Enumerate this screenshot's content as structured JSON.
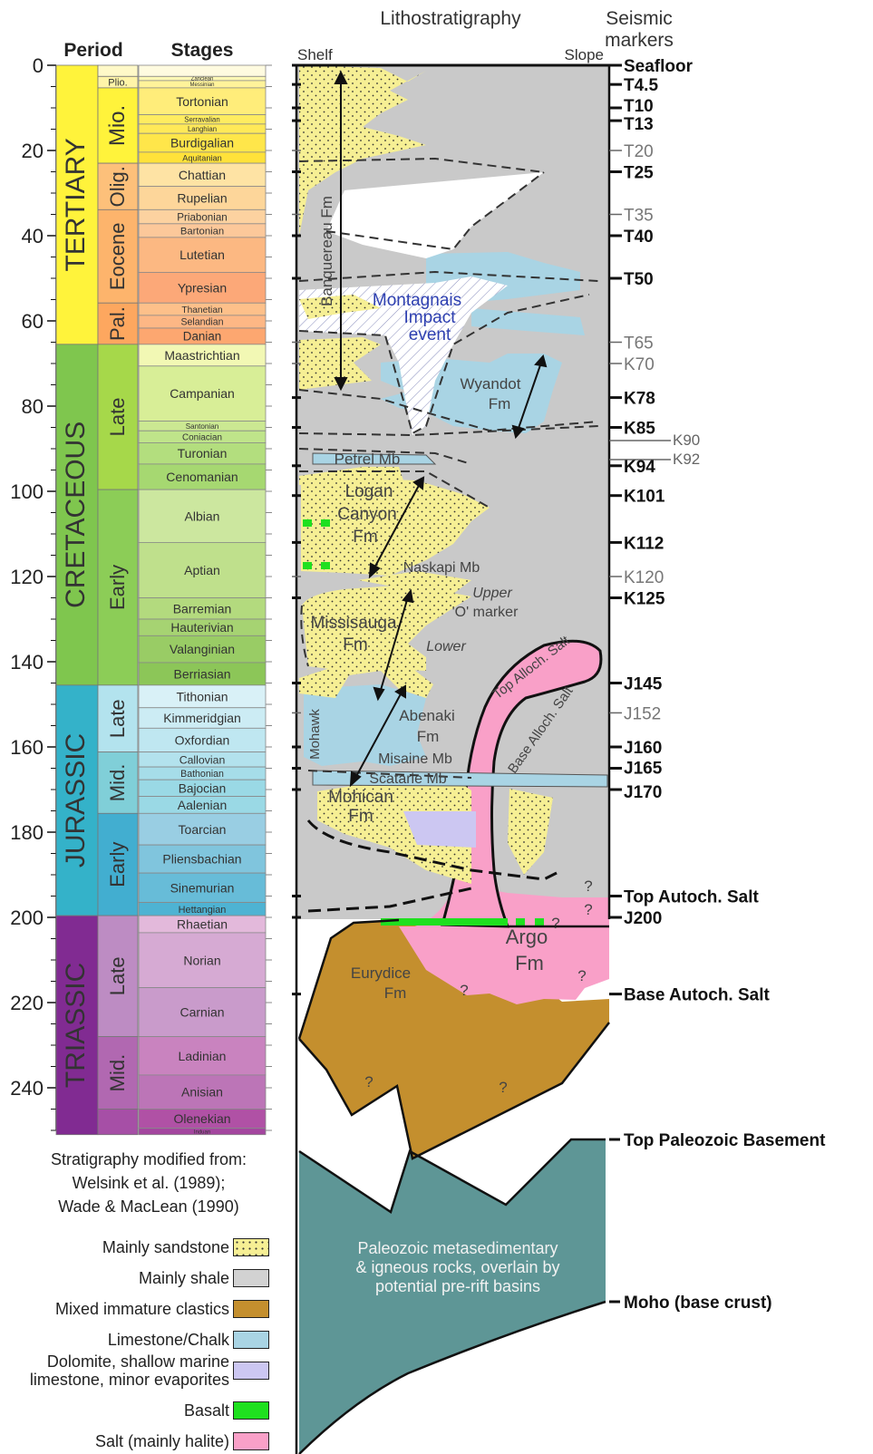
{
  "headers": {
    "period": "Period",
    "stages": "Stages",
    "lithostratigraphy": "Lithostratigraphy",
    "seismic": "Seismic",
    "markers": "markers",
    "shelf": "Shelf",
    "slope": "Slope"
  },
  "age_ticks": [
    "0",
    "20",
    "40",
    "60",
    "80",
    "100",
    "120",
    "140",
    "160",
    "180",
    "200",
    "220",
    "240"
  ],
  "periods": [
    {
      "name": "TERTIARY",
      "color": "#fff33b"
    },
    {
      "name": "CRETACEOUS",
      "color": "#7fc64e"
    },
    {
      "name": "JURASSIC",
      "color": "#34b2c9"
    },
    {
      "name": "TRIASSIC",
      "color": "#812b92"
    }
  ],
  "epochs": [
    "Plio.",
    "Mio.",
    "Olig.",
    "Eocene",
    "Pal.",
    "Late",
    "Early",
    "Late",
    "Mid.",
    "Early",
    "Late",
    "Mid."
  ],
  "stages": [
    "Zanclean",
    "Messinian",
    "Tortonian",
    "Serravalian",
    "Langhian",
    "Burdigalian",
    "Aquitanian",
    "Chattian",
    "Rupelian",
    "Priabonian",
    "Bartonian",
    "Lutetian",
    "Ypresian",
    "Thanetian",
    "Selandian",
    "Danian",
    "Maastrichtian",
    "Campanian",
    "Santonian",
    "Coniacian",
    "Turonian",
    "Cenomanian",
    "Albian",
    "Aptian",
    "Barremian",
    "Hauterivian",
    "Valanginian",
    "Berriasian",
    "Tithonian",
    "Kimmeridgian",
    "Oxfordian",
    "Callovian",
    "Bathonian",
    "Bajocian",
    "Aalenian",
    "Toarcian",
    "Pliensbachian",
    "Sinemurian",
    "Hettangian",
    "Rhaetian",
    "Norian",
    "Carnian",
    "Ladinian",
    "Anisian",
    "Olenekian",
    "Induan"
  ],
  "seismic_markers": [
    {
      "name": "Seafloor",
      "major": true
    },
    {
      "name": "T4.5",
      "major": true
    },
    {
      "name": "T10",
      "major": true
    },
    {
      "name": "T13",
      "major": true
    },
    {
      "name": "T20",
      "major": false
    },
    {
      "name": "T25",
      "major": true
    },
    {
      "name": "T35",
      "major": false
    },
    {
      "name": "T40",
      "major": true
    },
    {
      "name": "T50",
      "major": true
    },
    {
      "name": "T65",
      "major": false
    },
    {
      "name": "K70",
      "major": false
    },
    {
      "name": "K78",
      "major": true
    },
    {
      "name": "K85",
      "major": true
    },
    {
      "name": "K90",
      "major": false
    },
    {
      "name": "K92",
      "major": false
    },
    {
      "name": "K94",
      "major": true
    },
    {
      "name": "K101",
      "major": true
    },
    {
      "name": "K112",
      "major": true
    },
    {
      "name": "K120",
      "major": false
    },
    {
      "name": "K125",
      "major": true
    },
    {
      "name": "J145",
      "major": true
    },
    {
      "name": "J152",
      "major": false
    },
    {
      "name": "J160",
      "major": true
    },
    {
      "name": "J165",
      "major": true
    },
    {
      "name": "J170",
      "major": true
    },
    {
      "name": "Top Autoch. Salt",
      "major": true
    },
    {
      "name": "J200",
      "major": true
    },
    {
      "name": "Base Autoch. Salt",
      "major": true
    },
    {
      "name": "Top Paleozoic Basement",
      "major": true
    },
    {
      "name": "Moho (base crust)",
      "major": true
    }
  ],
  "formation_labels": {
    "banquereau": "Banquereau Fm",
    "montagnais": [
      "Montagnais",
      "Impact",
      "event"
    ],
    "wyandot": [
      "Wyandot",
      "Fm"
    ],
    "petrel": "Petrel Mb",
    "logan": [
      "Logan",
      "Canyon",
      "Fm"
    ],
    "naskapi": "Naskapi Mb",
    "upper": "Upper",
    "o_marker": "'O' marker",
    "missisauga": [
      "Missisauga",
      "Fm"
    ],
    "lower": "Lower",
    "top_alloch": "Top Alloch. Salt",
    "base_alloch": "Base Alloch. Salt",
    "abenaki": [
      "Abenaki",
      "Fm"
    ],
    "mohawk": "Mohawk",
    "misaine": "Misaine Mb",
    "scatarie": "Scatarie Mb",
    "mohican": [
      "Mohican",
      "Fm"
    ],
    "argo": [
      "Argo",
      "Fm"
    ],
    "eurydice": [
      "Eurydice",
      "Fm"
    ],
    "question": "?",
    "basement": [
      "Paleozoic metasedimentary",
      "& igneous rocks, overlain by",
      "potential pre-rift basins"
    ]
  },
  "credits": [
    "Stratigraphy modified from:",
    "Welsink et al. (1989);",
    "Wade & MacLean (1990)"
  ],
  "legend": [
    {
      "label": "Mainly sandstone",
      "color": "#f6ef94",
      "pattern": "dots"
    },
    {
      "label": "Mainly shale",
      "color": "#d2d2d2"
    },
    {
      "label": "Mixed immature clastics",
      "color": "#c48f2e"
    },
    {
      "label": "Limestone/Chalk",
      "color": "#a9d4e4"
    },
    {
      "label": "Dolomite, shallow marine",
      "label2": "limestone, minor evaporites",
      "color": "#ccc7f2"
    },
    {
      "label": "Basalt",
      "color": "#1fe01f"
    },
    {
      "label": "Salt (mainly halite)",
      "color": "#f9a0c8"
    }
  ],
  "colors": {
    "sand": "#f6ef94",
    "shale": "#c9c9c9",
    "clastic": "#c48f2e",
    "lime": "#a9d4e4",
    "dolo": "#ccc7f2",
    "basalt": "#1fe01f",
    "salt": "#f9a0c8",
    "basement": "#5e9696",
    "impact": "#ffffff"
  }
}
